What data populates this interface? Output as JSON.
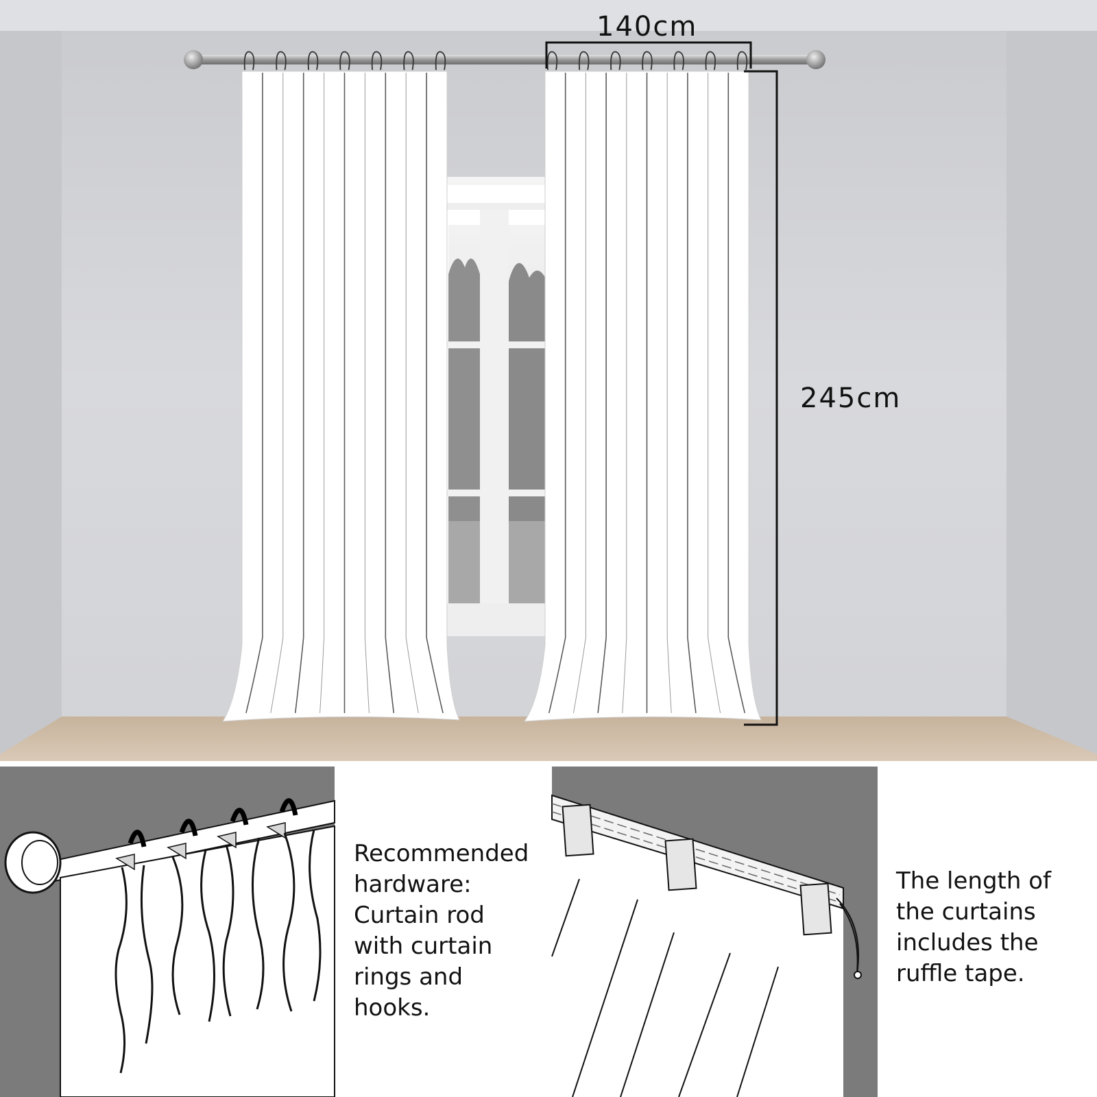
{
  "dimensions": {
    "width_label": "140cm",
    "height_label": "245cm"
  },
  "notes": {
    "hardware_lines": [
      "Recommended",
      "hardware:",
      "Curtain rod",
      "with curtain",
      "rings and",
      "hooks."
    ],
    "length_lines": [
      "The length of",
      "the curtains",
      "includes the",
      "ruffle tape."
    ]
  },
  "colors": {
    "wall": "#d4d5d9",
    "floor": "#cdb9a3",
    "panel_gray": "#7b7b7b",
    "curtain": "#ffffff",
    "dimension_line": "#111111"
  },
  "icons": [
    "curtain-rod-icon",
    "curtain-ring-icon",
    "ruffle-tape-icon",
    "window-icon"
  ]
}
